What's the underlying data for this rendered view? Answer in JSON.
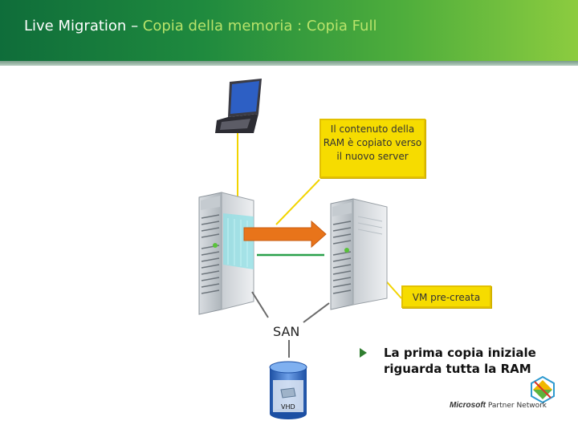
{
  "slide": {
    "title_main": "Live Migration – ",
    "title_accent": "Copia della memoria :  Copia Full"
  },
  "callouts": {
    "ram_copied": "Il contenuto della RAM è copiato verso il nuovo server",
    "vm_precreated": "VM pre-creata"
  },
  "san": {
    "label": "SAN",
    "disk_label": "VHD"
  },
  "bullet": {
    "text": "La prima copia iniziale riguarda tutta la RAM"
  },
  "branding": {
    "logo_word": "Microsoft",
    "program": "Partner Network"
  },
  "colors": {
    "header_dark": "#0f6d3a",
    "header_light": "#8ccc3f",
    "callout_yellow": "#f6dc00",
    "transfer_arrow": "#e8741a",
    "link_line": "#2aa04a"
  }
}
